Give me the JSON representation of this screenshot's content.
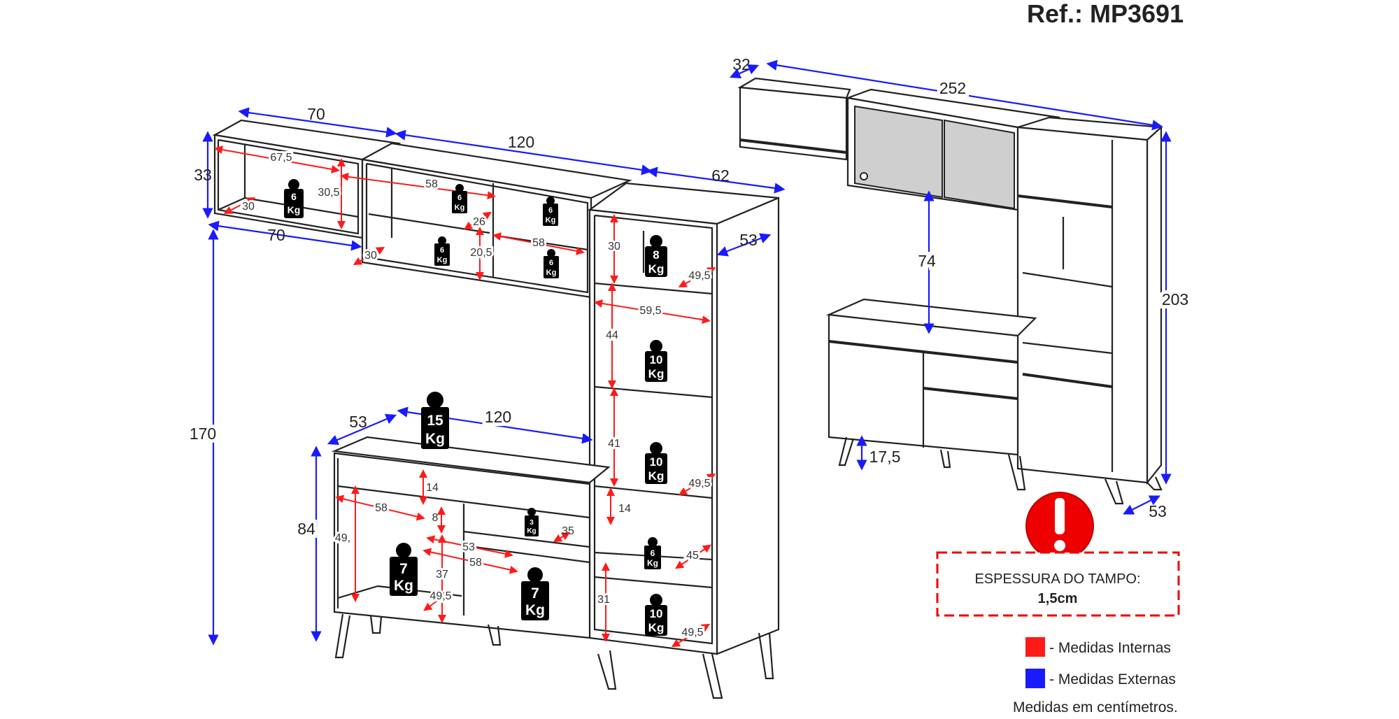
{
  "title": "Ref.: MP3691",
  "dimensions_external": {
    "wall70_top": "70",
    "wall120_top": "120",
    "tower_width": "62",
    "wall_height": "33",
    "wall70_bottom": "70",
    "wall_floor_height": "170",
    "base_depth": "53",
    "base_width": "120",
    "base_height": "84",
    "tower_depth": "53",
    "overview_depth": "32",
    "overview_width": "252",
    "overview_height": "203",
    "overview_gap": "74",
    "overview_leg": "17,5",
    "overview_base_depth": "53"
  },
  "dimensions_internal": {
    "w1_width": "67,5",
    "w1_height": "30,5",
    "w1_depth": "30",
    "w2_width": "58",
    "w2_depth_small": "26",
    "w2_width_right": "58",
    "w2_depth": "30",
    "w2_height": "20,5",
    "t_h1": "30",
    "t_d1": "49,5",
    "t_width": "59,5",
    "t_h2": "44",
    "t_h3": "41",
    "t_d3": "49,5",
    "t_h4": "14",
    "t_d4": "45",
    "t_h5": "31",
    "t_d5": "49,5",
    "b_drawer_h": "14",
    "b_drawer_inner": "8",
    "b_drawer_depth": "35",
    "b_drawer_width": "53",
    "b_right_width": "58",
    "b_right_height": "37",
    "b_left_width": "58",
    "b_left_height": "49,",
    "b_left_depth": "49,5"
  },
  "weights": {
    "unit": "Kg",
    "w1": "6",
    "w2a": "6",
    "w2b": "6",
    "w2c": "6",
    "w2d": "6",
    "t1": "8",
    "t2": "10",
    "t3": "10",
    "t4": "6",
    "t5": "10",
    "top": "15",
    "drawer": "3",
    "base_left": "7",
    "base_right": "7"
  },
  "warning": {
    "icon": "exclamation-icon",
    "line1": "ESPESSURA DO TAMPO:",
    "line2": "1,5cm"
  },
  "legend": {
    "internal": "- Medidas Internas",
    "external": "- Medidas Externas",
    "internal_color": "#ff1a1a",
    "external_color": "#1a1aff",
    "units_note": "Medidas em centímetros."
  }
}
